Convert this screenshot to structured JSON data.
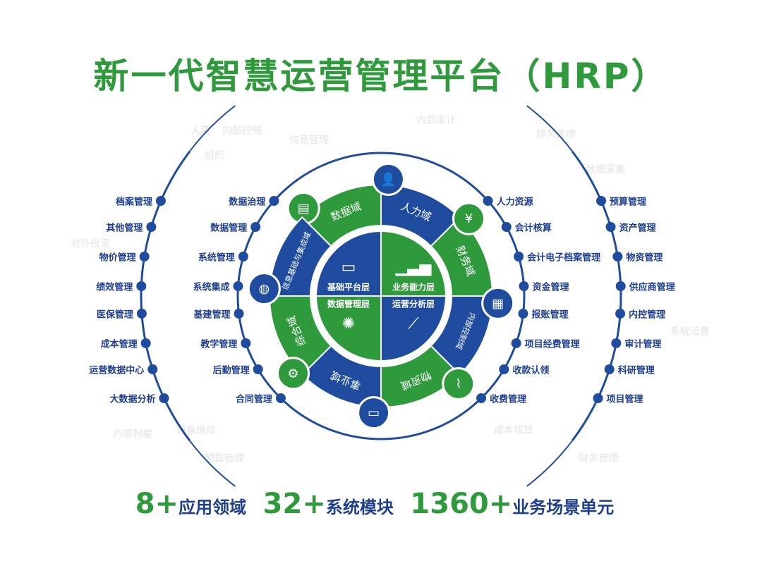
{
  "title": "新一代智慧运营管理平台（HRP）",
  "colors": {
    "green": "#2f9a3c",
    "blue": "#1f4c9e"
  },
  "watermarks": [
    "人事",
    "内部控制",
    "信息管理",
    "组织",
    "对外投资",
    "内部审计",
    "财务处理",
    "数据采集",
    "设备维修",
    "内部制度",
    "预算管理",
    "成本核算",
    "财务管理",
    "系统设置"
  ],
  "left_outer": [
    "档案管理",
    "其他管理",
    "物价管理",
    "绩效管理",
    "医保管理",
    "成本管理",
    "运营数据中心",
    "大数据分析"
  ],
  "left_inner": [
    "数据治理",
    "数据管理",
    "系统管理",
    "系统集成",
    "基建管理",
    "教学管理",
    "后勤管理",
    "合同管理"
  ],
  "right_inner": [
    "人力资源",
    "会计核算",
    "会计电子档案管理",
    "资金管理",
    "报账管理",
    "项目经费管理",
    "收款认领",
    "收费管理"
  ],
  "right_outer": [
    "预算管理",
    "资产管理",
    "物资管理",
    "供应商管理",
    "内控管理",
    "审计管理",
    "科研管理",
    "项目管理"
  ],
  "ring_domains": [
    {
      "label": "数据域",
      "icon": "document-icon"
    },
    {
      "label": "人力域",
      "icon": "person-icon"
    },
    {
      "label": "财务域",
      "icon": "finance-person-icon"
    },
    {
      "label": "内部控制域",
      "icon": "presentation-icon"
    },
    {
      "label": "物资域",
      "icon": "paperclip-icon"
    },
    {
      "label": "事业域",
      "icon": "money-icon"
    },
    {
      "label": "综合域",
      "icon": "gear-people-icon"
    },
    {
      "label": "信息基础与集成域",
      "icon": "globe-icon"
    }
  ],
  "core_layers": [
    {
      "label": "基础平台层",
      "icon": "monitor-icon"
    },
    {
      "label": "业务能力层",
      "icon": "growth-icon"
    },
    {
      "label": "数据管理层",
      "icon": "network-globe-icon"
    },
    {
      "label": "运营分析层",
      "icon": "chart-icon"
    }
  ],
  "stats": [
    {
      "value": "8+",
      "label": "应用领域"
    },
    {
      "value": "32+",
      "label": "系统模块"
    },
    {
      "value": "1360+",
      "label": "业务场景单元"
    }
  ]
}
